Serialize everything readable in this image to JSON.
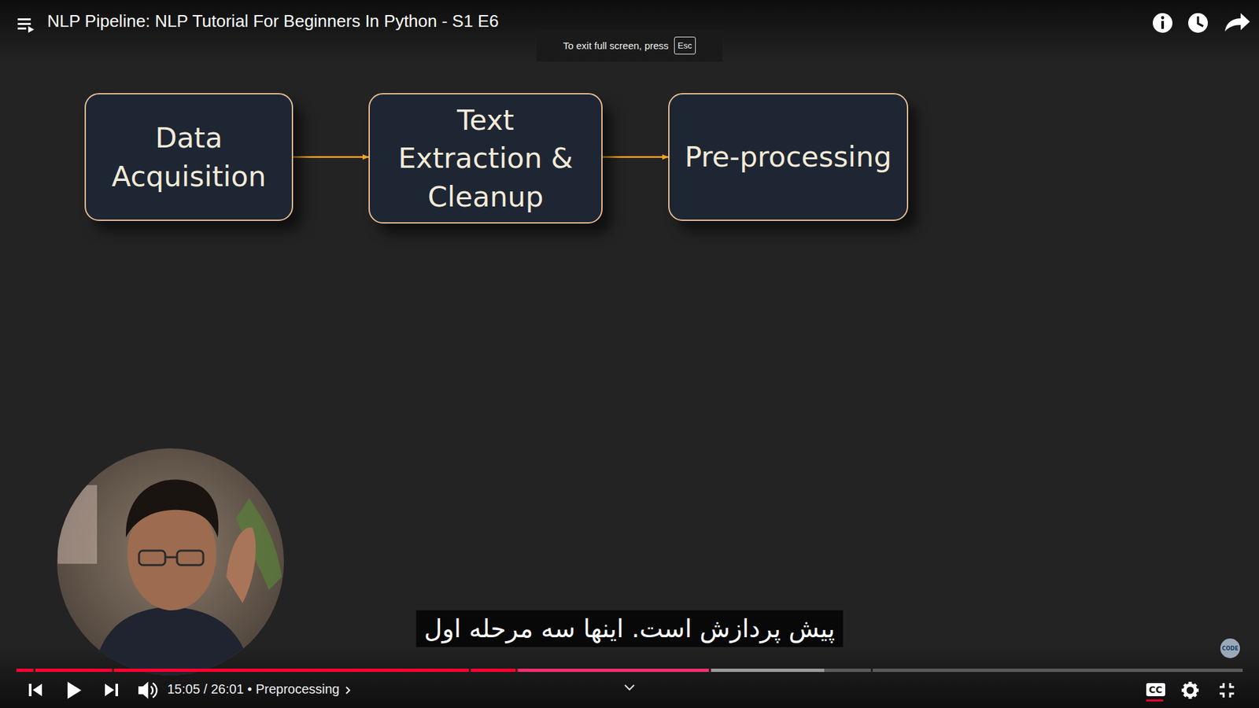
{
  "diagram": {
    "title": "NLP Pipeline: NLP Tutorial For Beginners In Python - S1 E6",
    "nodes": [
      {
        "text": [
          "Data Acquisition"
        ]
      },
      {
        "text": [
          "Text Extraction & Cleanup"
        ]
      },
      {
        "text": [
          "Pre-processing"
        ]
      }
    ],
    "edges": [
      {
        "from": 0,
        "to": 1,
        "arrow": "to"
      },
      {
        "from": 1,
        "to": 2,
        "arrow": "to"
      }
    ],
    "labels": [
      "To exit full screen, press",
      "Esc",
      "پیش پردازش است.  اینها سه مرحله اول",
      "15:05 / 26:01 • Preprocessing",
      "CC",
      "CODE"
    ]
  }
}
